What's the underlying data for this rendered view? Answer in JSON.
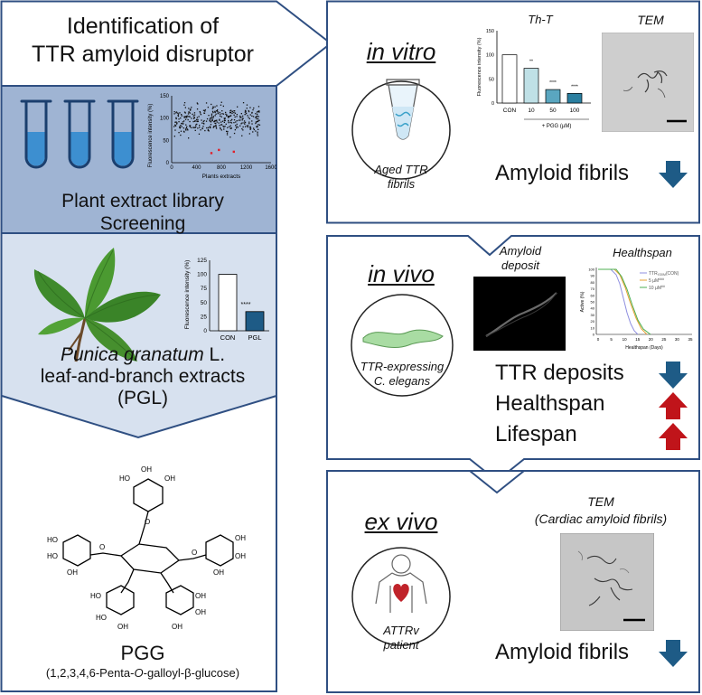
{
  "left": {
    "header": {
      "line1": "Identification of",
      "line2": "TTR amyloid disruptor"
    },
    "screening": {
      "title_line1": "Plant extract library",
      "title_line2": "Screening",
      "scatter": {
        "ylabel": "Fluorescence intensity (%)",
        "xlabel": "Plants extracts",
        "yticks": [
          "0",
          "50",
          "100",
          "150"
        ],
        "xticks": [
          "0",
          "400",
          "800",
          "1200",
          "1600"
        ]
      }
    },
    "pgl": {
      "species": "Punica granatum",
      "species_suffix": " L.",
      "line2": "leaf-and-branch extracts",
      "line3": "(PGL)",
      "bar": {
        "ylabel": "Fluorescence intensity (%)",
        "yticks": [
          "0",
          "25",
          "50",
          "75",
          "100",
          "125"
        ],
        "categories": [
          "CON",
          "PGL"
        ],
        "sig": "****"
      }
    },
    "pgg": {
      "abbr": "PGG",
      "name_prefix": "(1,2,3,4,6-Penta-",
      "name_italic": "O",
      "name_suffix": "-galloyl-β-glucose)"
    }
  },
  "invitro": {
    "title": "in vitro",
    "circle_label_line1": "Aged TTR",
    "circle_label_line2": "fibrils",
    "tht_title": "Th-T",
    "tem_title": "TEM",
    "result": "Amyloid fibrils",
    "bar": {
      "ylabel": "Fluorescence intensity (%)",
      "yticks": [
        "0",
        "50",
        "100",
        "150"
      ],
      "categories": [
        "CON",
        "10",
        "50",
        "100"
      ],
      "xlabel": "+ PGG (µM)",
      "sig": [
        "",
        "**",
        "****",
        "****"
      ]
    }
  },
  "invivo": {
    "title": "in vivo",
    "circle_label_line1": "TTR-expressing",
    "circle_label_line2": "C. elegans",
    "deposit_title_line1": "Amyloid",
    "deposit_title_line2": "deposit",
    "health_title": "Healthspan",
    "results": [
      "TTR deposits",
      "Healthspan",
      "Lifespan"
    ],
    "curve": {
      "ylabel": "Active (%)",
      "xlabel": "Healthspan (Days)",
      "yticks": [
        "0",
        "10",
        "20",
        "30",
        "40",
        "50",
        "60",
        "70",
        "80",
        "90",
        "100"
      ],
      "xticks": [
        "0",
        "5",
        "10",
        "15",
        "20",
        "25",
        "30",
        "35"
      ],
      "legend": [
        "TTR",
        "5 µM",
        "10 µM"
      ],
      "legend_sub": "V30M",
      "legend_con": "(CON)",
      "legend_sig": [
        "",
        "###",
        "##"
      ]
    }
  },
  "exvivo": {
    "title": "ex vivo",
    "circle_label_line1": "ATTRv",
    "circle_label_line2": "patient",
    "tem_title_line1": "TEM",
    "tem_title_line2": "(Cardiac amyloid fibrils)",
    "result": "Amyloid fibrils"
  },
  "colors": {
    "border": "#2f4f82",
    "panel_dark": "#9fb4d3",
    "panel_light": "#d7e1ef",
    "arrow_down": "#1e5b86",
    "arrow_up": "#c0141a",
    "worm": "#a9dca3",
    "tube_blue": "#3d8fd0"
  }
}
